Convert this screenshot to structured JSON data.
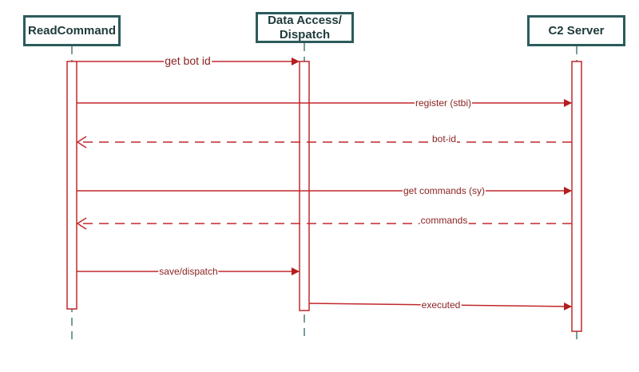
{
  "diagram": {
    "type": "sequence",
    "colors": {
      "message": "#c0282b",
      "label": "#8b2323",
      "actor_border": "#2c5b5b",
      "lifeline": "#4a7a7a"
    },
    "actors": [
      {
        "id": "read",
        "label": "ReadCommand"
      },
      {
        "id": "dad",
        "label": "Data Access/ Dispatch"
      },
      {
        "id": "c2",
        "label": "C2 Server"
      }
    ],
    "messages": [
      {
        "from": "read",
        "to": "dad",
        "label": "get bot id",
        "style": "sync"
      },
      {
        "from": "read",
        "to": "c2",
        "label": "register (stbi)",
        "style": "sync"
      },
      {
        "from": "c2",
        "to": "read",
        "label": "bot-id",
        "style": "return"
      },
      {
        "from": "read",
        "to": "c2",
        "label": "get commands (sy)",
        "style": "sync"
      },
      {
        "from": "c2",
        "to": "read",
        "label": "commands",
        "style": "return"
      },
      {
        "from": "read",
        "to": "dad",
        "label": "save/dispatch",
        "style": "sync"
      },
      {
        "from": "dad",
        "to": "c2",
        "label": "executed",
        "style": "sync"
      }
    ]
  }
}
